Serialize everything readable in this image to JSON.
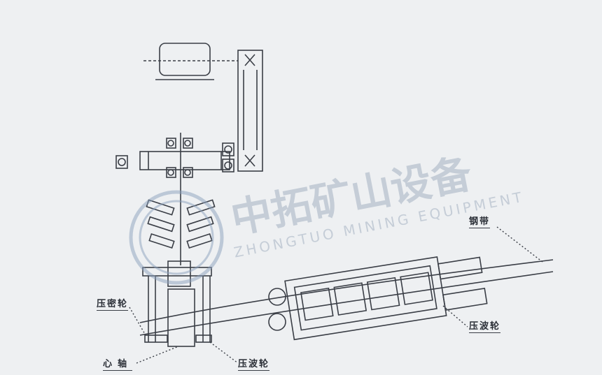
{
  "labels": {
    "steel_strip": "钢带",
    "corrugating_roller_right": "压波轮",
    "compacting_roller": "压密轮",
    "mandrel": "心轴",
    "corrugating_roller_bottom": "压波轮"
  },
  "watermark": {
    "brand_cn": "中拓矿山设备",
    "brand_en": "ZHONGTUO MINING EQUIPMENT"
  },
  "colors": {
    "line": "#3a3e46",
    "watermark": "#8aa0bb",
    "background": "#eef0f2"
  }
}
